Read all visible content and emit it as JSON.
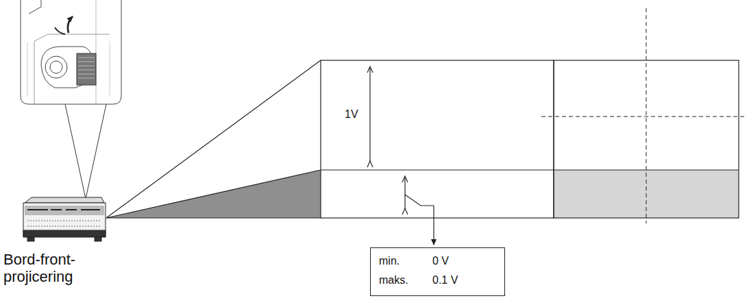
{
  "diagram": {
    "nodes": [
      {
        "text": [
          "min.",
          "0 V",
          "maks.",
          "0.1 V"
        ]
      }
    ],
    "labels": [
      "1V",
      "Bord-front-projicering"
    ]
  }
}
